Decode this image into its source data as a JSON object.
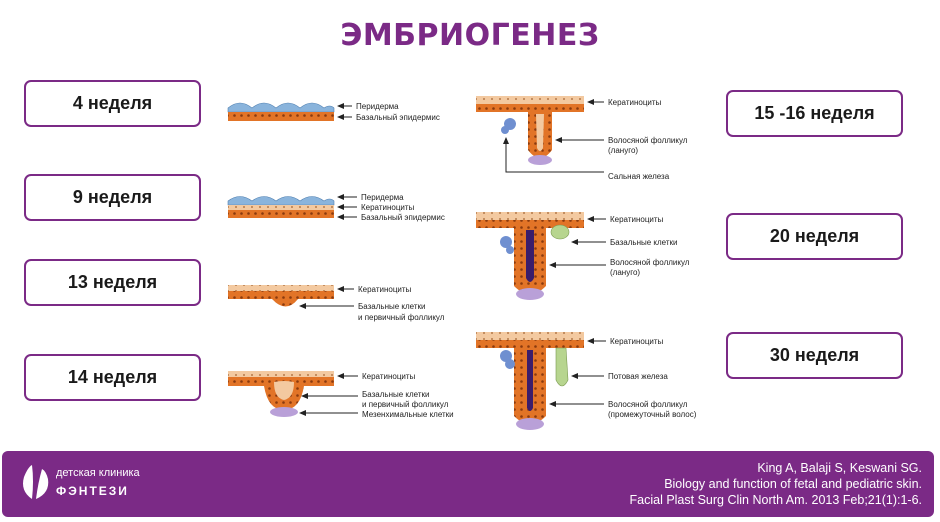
{
  "title": "ЭМБРИОГЕНЕЗ",
  "weeks": {
    "w4": "4 неделя",
    "w9": "9 неделя",
    "w13": "13 неделя",
    "w14": "14 неделя",
    "w15": "15 -16 неделя",
    "w20": "20 неделя",
    "w30": "30 неделя"
  },
  "labels": {
    "w4": [
      "Перидерма",
      "Базальный эпидермис"
    ],
    "w9": [
      "Перидерма",
      "Кератиноциты",
      "Базальный эпидермис"
    ],
    "w13": [
      "Кератиноциты",
      "Базальные клетки",
      "и первичный фолликул"
    ],
    "w14": [
      "Кератиноциты",
      "Базальные клетки",
      "и первичный фолликул",
      "Мезенхимальные клетки"
    ],
    "w15": [
      "Кератиноциты",
      "Волосяной фолликул",
      "(лануго)",
      "Сальная железа"
    ],
    "w20": [
      "Кератиноциты",
      "Базальные клетки",
      "Волосяной фолликул",
      "(лануго)"
    ],
    "w30": [
      "Кератиноциты",
      "Потовая железа",
      "Волосяной фолликул",
      "(промежуточный волос)"
    ]
  },
  "footer": {
    "clinic_line1": "детская клиника",
    "clinic_line2": "ФЭНТЕЗИ",
    "ref_line1": "King A, Balaji S, Keswani SG.",
    "ref_line2": "Biology and function of fetal and pediatric skin.",
    "ref_line3": "Facial Plast Surg Clin North Am. 2013 Feb;21(1):1-6."
  },
  "colors": {
    "accent": "#7b2a86",
    "basal": "#e0701f",
    "periderm": "#8ab4dc",
    "keratinocyte": "#f2c69c",
    "hair_shaft": "#3b1d6b",
    "sebaceous": "#6f8fd0",
    "sweat_gland": "#b7d58f",
    "mesenchyme": "#b9a0d8"
  }
}
